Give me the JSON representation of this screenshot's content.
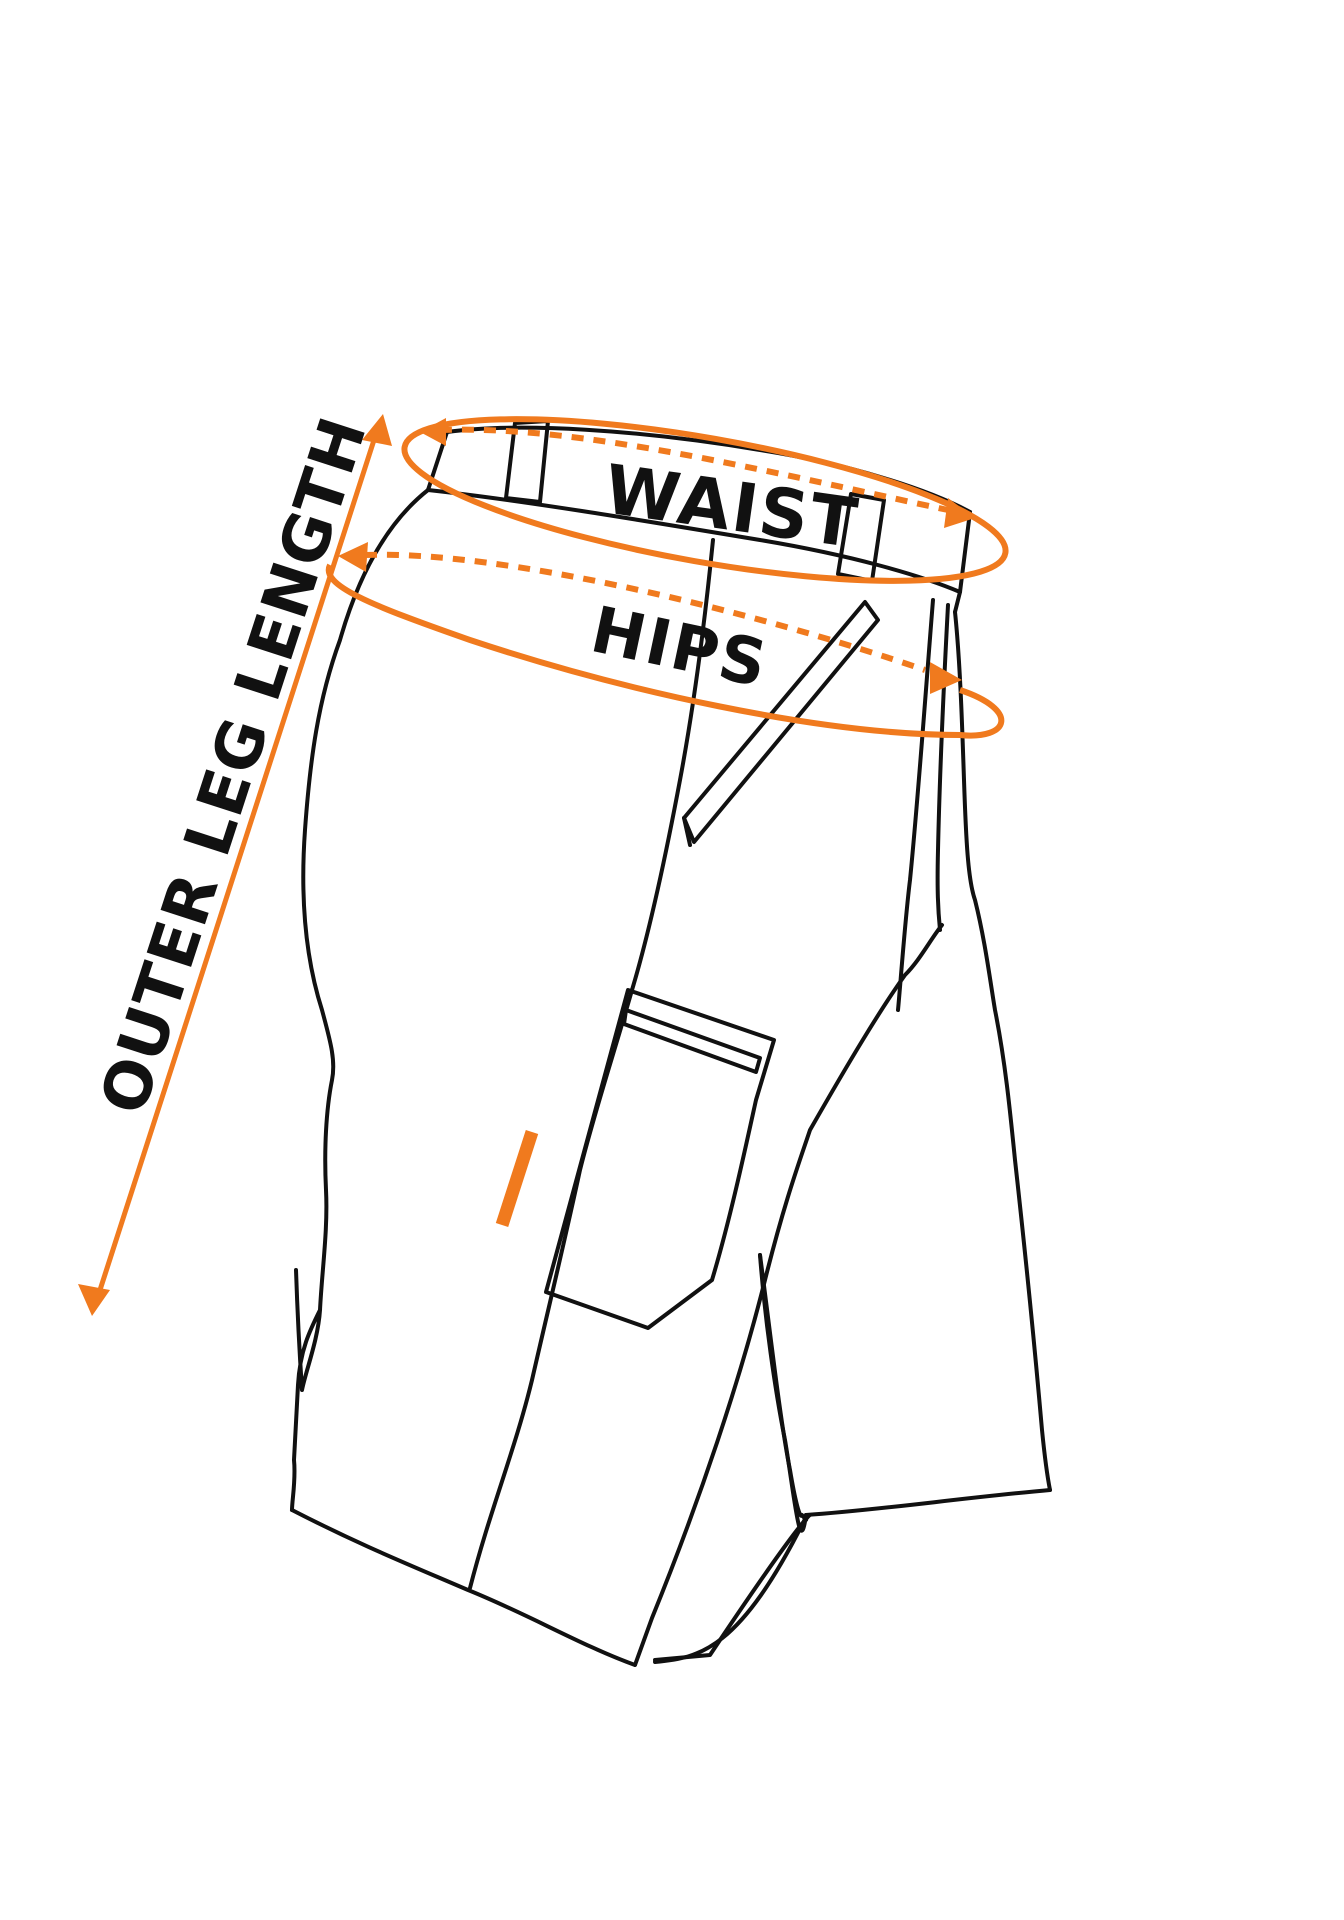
{
  "labels": {
    "waist": "WAIST",
    "hips": "HIPS",
    "outer_leg_length": "OUTER LEG LENGTH"
  },
  "colors": {
    "measure": "#F07A1E",
    "outline": "#111111",
    "background": "#FFFFFF"
  }
}
